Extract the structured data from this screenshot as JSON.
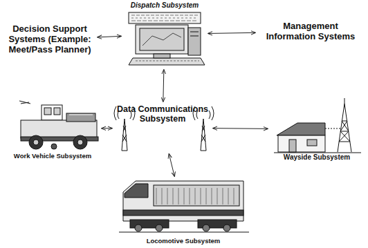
{
  "diagram": {
    "nodes": [
      {
        "text": [
          "Dispatch Subsystem"
        ]
      },
      {
        "text": [
          "Decision Support Systems (Example: Meet/Pass Planner)"
        ]
      },
      {
        "text": [
          "Management Information Systems"
        ]
      },
      {
        "text": [
          "Data Communications Subsystem"
        ]
      },
      {
        "text": [
          "Work Vehicle Subsystem"
        ]
      },
      {
        "text": [
          "Wayside Subsystem"
        ]
      },
      {
        "text": [
          "Locomotive Subsystem"
        ]
      }
    ],
    "edges": [
      {
        "from": 1,
        "to": 0,
        "arrow": "both"
      },
      {
        "from": 0,
        "to": 2,
        "arrow": "both"
      },
      {
        "from": 0,
        "to": 3,
        "arrow": "both"
      },
      {
        "from": 4,
        "to": 3,
        "arrow": "both"
      },
      {
        "from": 3,
        "to": 5,
        "arrow": "both"
      },
      {
        "from": 3,
        "to": 6,
        "arrow": "both"
      }
    ]
  }
}
